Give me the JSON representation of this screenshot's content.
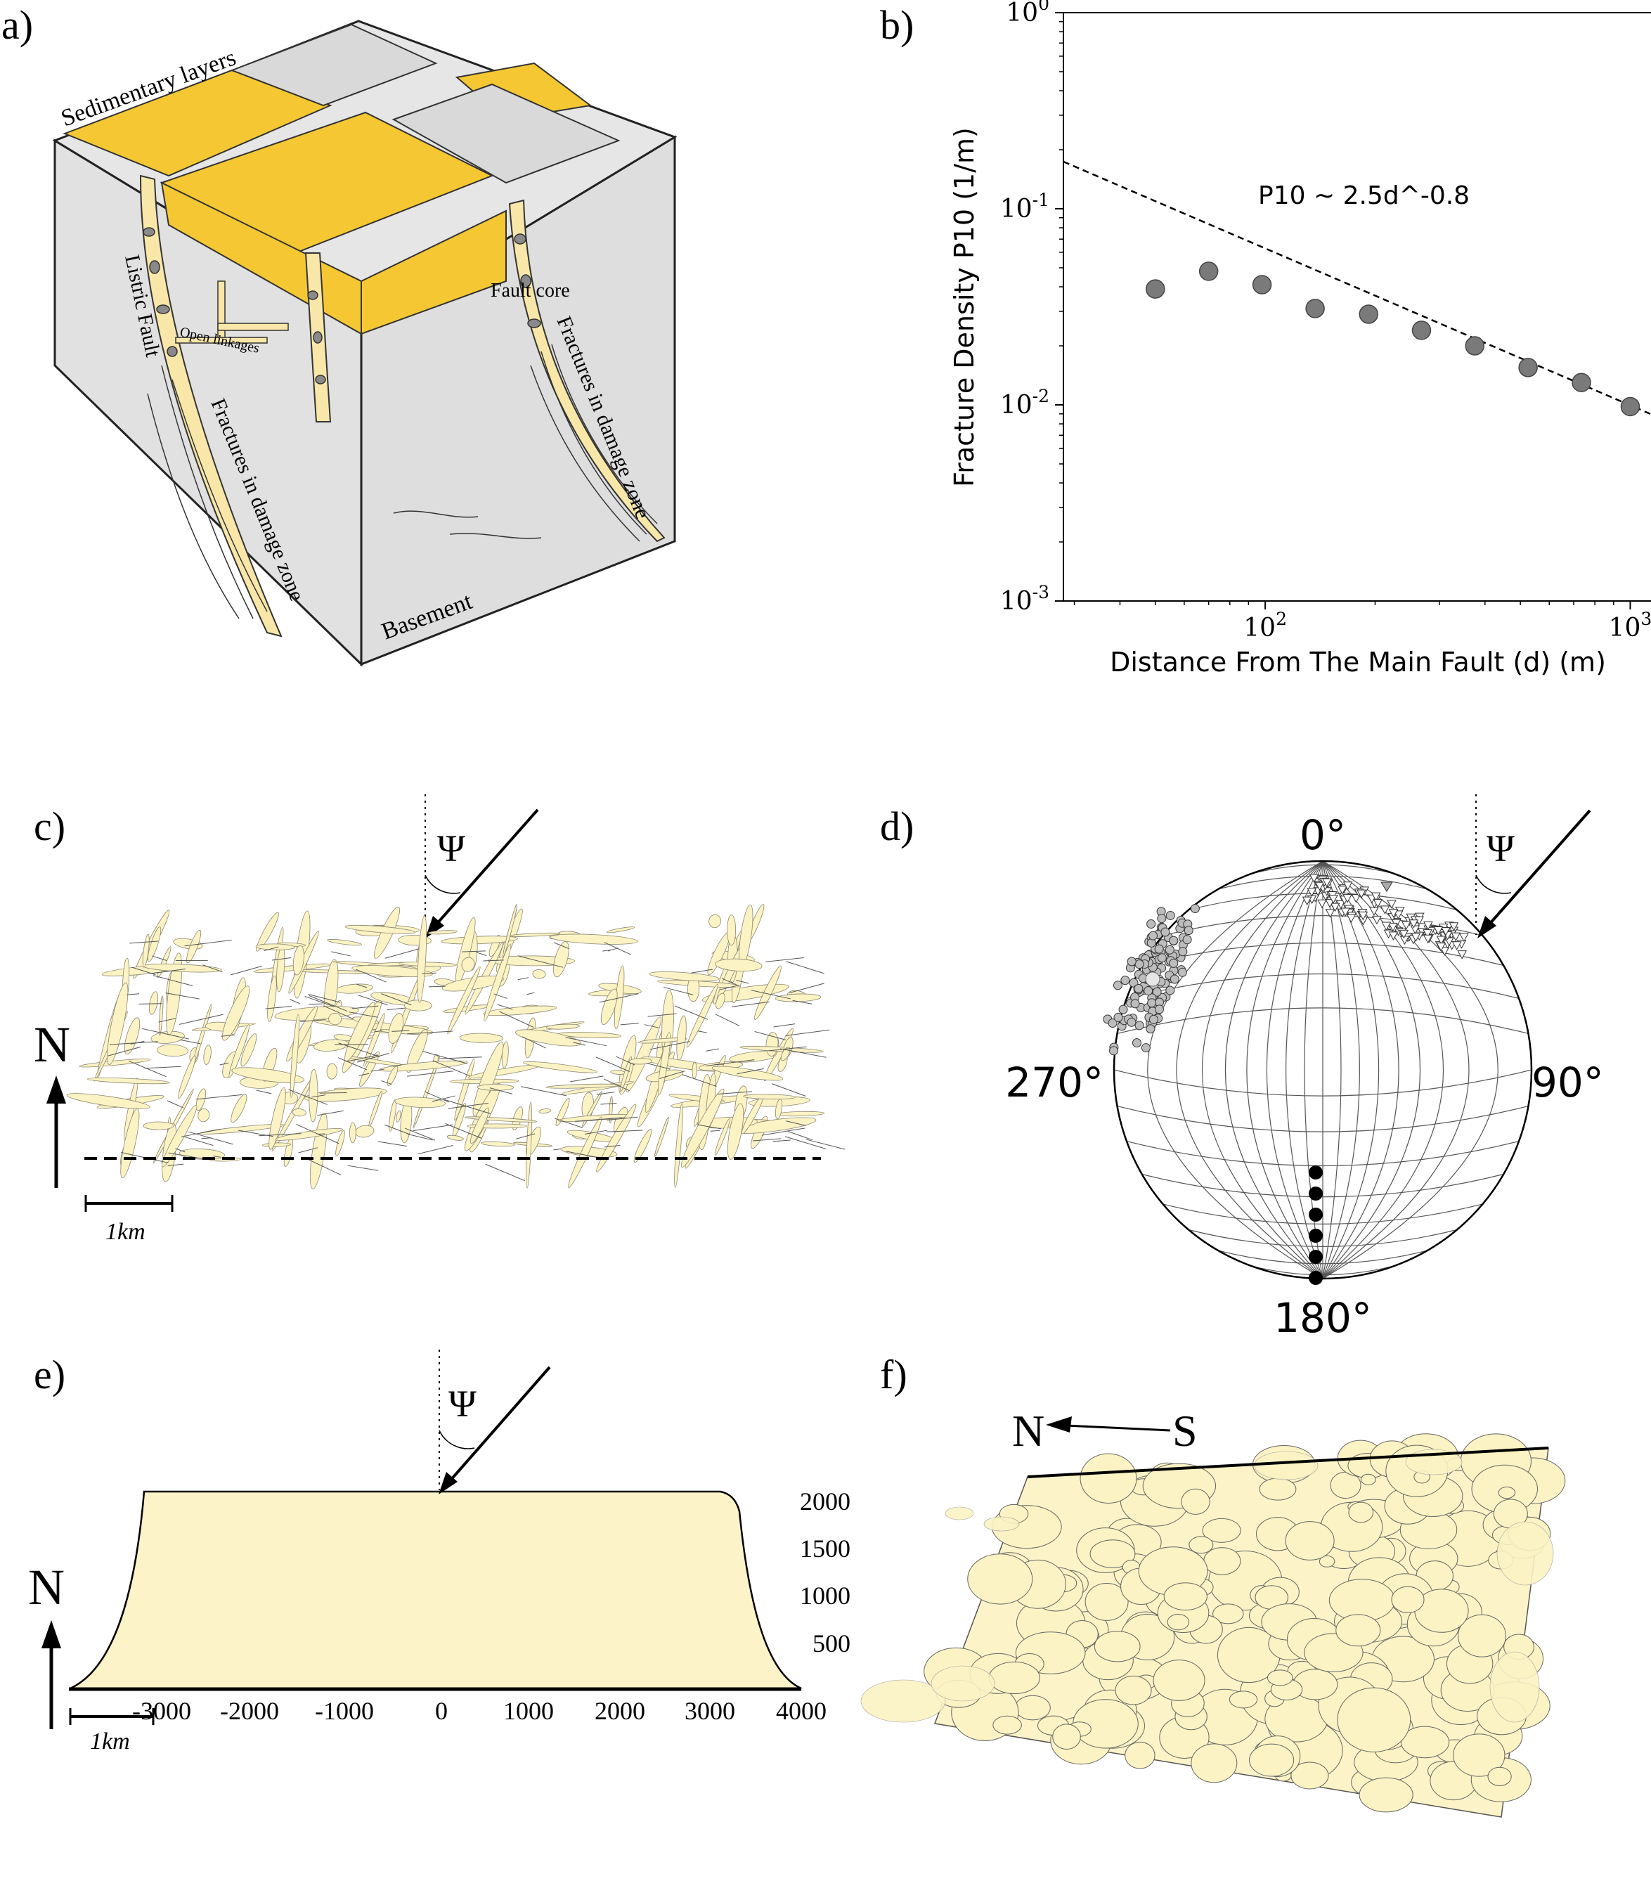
{
  "panel_labels": {
    "a": "a)",
    "b": "b)",
    "c": "c)",
    "d": "d)",
    "e": "e)",
    "f": "f)"
  },
  "panel_a": {
    "sedimentary": "Sedimentary layers",
    "listric": "Listric Fault",
    "open_linkages": "Open linkages",
    "fault_core": "Fault core",
    "damage_left": "Fractures in damage zone",
    "damage_right": "Fractures in damage zone",
    "basement": "Basement"
  },
  "panel_b": {
    "equation": "P10 ~ 2.5d^-0.8"
  },
  "chart_data": {
    "type": "scatter",
    "xlabel": "Distance From The Main Fault (d) (m)",
    "ylabel": "Fracture Density P10 (1/m)",
    "x_scale": "log",
    "y_scale": "log",
    "xlim": [
      28,
      1150
    ],
    "ylim": [
      0.001,
      1
    ],
    "x_ticks": [
      100,
      1000
    ],
    "x_tick_labels": [
      "10^2",
      "10^3"
    ],
    "y_ticks": [
      0.001,
      0.01,
      0.1,
      1
    ],
    "y_tick_labels": [
      "10^-3",
      "10^-2",
      "10^-1",
      "10^0"
    ],
    "grid": false,
    "series": [
      {
        "x": [
          50,
          70,
          98,
          137,
          192,
          268,
          375,
          525,
          735,
          1000
        ],
        "y": [
          0.039,
          0.048,
          0.041,
          0.031,
          0.029,
          0.024,
          0.02,
          0.0155,
          0.013,
          0.0098
        ],
        "color": "#7a7a7a"
      }
    ],
    "fit_line": {
      "coefficient": 2.5,
      "exponent": -0.8,
      "style": "dashed",
      "color": "#000000"
    }
  },
  "panel_c": {
    "north": "N",
    "psi": "Ψ",
    "scale": "1km"
  },
  "panel_d": {
    "top": "0°",
    "right": "90°",
    "bottom": "180°",
    "left": "270°",
    "psi": "Ψ"
  },
  "panel_e": {
    "north": "N",
    "psi": "Ψ",
    "scale": "1km",
    "x_ticks": [
      "-3000",
      "-2000",
      "-1000",
      "0",
      "1000",
      "2000",
      "3000",
      "4000"
    ],
    "y_ticks": [
      "2000",
      "1500",
      "1000",
      "500"
    ]
  },
  "panel_f": {
    "north": "N",
    "south": "S"
  },
  "colors": {
    "sediment": "#f5c833",
    "rock": "#e1e1e1",
    "fracture": "#fbf3c4",
    "marker": "#7a7a7a"
  }
}
